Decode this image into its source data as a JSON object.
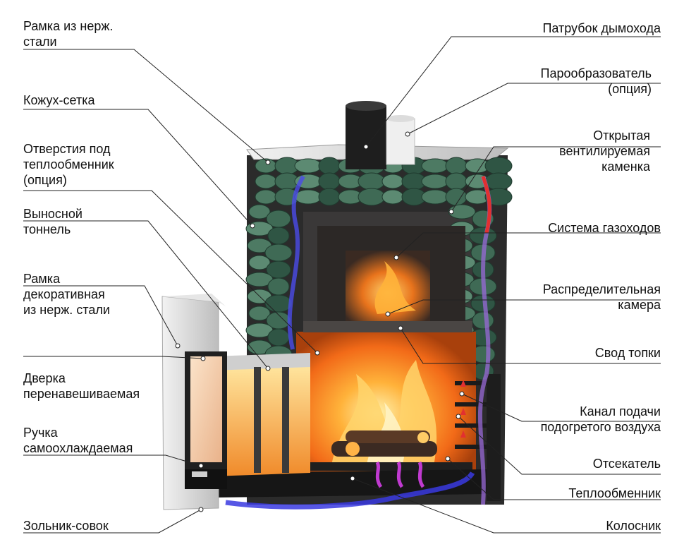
{
  "labels_left": [
    {
      "id": "frame-steel",
      "lines": [
        "Рамка из нерж.",
        "стали"
      ]
    },
    {
      "id": "mesh-casing",
      "lines": [
        "Кожух-сетка"
      ]
    },
    {
      "id": "heat-exchanger-holes",
      "lines": [
        "Отверстия под",
        " теплообменник",
        "(опция)"
      ]
    },
    {
      "id": "remote-tunnel",
      "lines": [
        "Выносной",
        "тоннель"
      ]
    },
    {
      "id": "decor-frame",
      "lines": [
        "Рамка",
        "декоративная",
        "из нерж. стали"
      ]
    },
    {
      "id": "door",
      "lines": [
        "Дверка",
        "перенавешиваемая"
      ]
    },
    {
      "id": "handle",
      "lines": [
        "Ручка",
        "самоохлаждаемая"
      ]
    },
    {
      "id": "ash-pan",
      "lines": [
        "Зольник-совок"
      ]
    }
  ],
  "labels_right": [
    {
      "id": "chimney-pipe",
      "lines": [
        "Патрубок дымохода"
      ]
    },
    {
      "id": "steam-generator",
      "lines": [
        "Парообразователь",
        "(опция)"
      ]
    },
    {
      "id": "open-heater",
      "lines": [
        "Открытая",
        "вентилируемая",
        "каменка"
      ]
    },
    {
      "id": "flue-system",
      "lines": [
        "Система газоходов"
      ]
    },
    {
      "id": "distribution-chamber",
      "lines": [
        "Распределительная",
        "камера"
      ]
    },
    {
      "id": "firebox-vault",
      "lines": [
        "Свод  топки"
      ]
    },
    {
      "id": "warm-air-channel",
      "lines": [
        "Канал подачи",
        "подогретого воздуха"
      ]
    },
    {
      "id": "cutoff",
      "lines": [
        "Отсекатель"
      ]
    },
    {
      "id": "heat-exchanger",
      "lines": [
        "Теплообменник"
      ]
    },
    {
      "id": "grate",
      "lines": [
        "Колосник"
      ]
    }
  ],
  "colors": {
    "stone": "#4d7a63",
    "steel": "#d9d9d9",
    "body": "#2b2b2b",
    "fire": "#ff7a1a",
    "hot_air": "#e23030",
    "cold_air": "#3a3ae0",
    "leader": "#222222"
  }
}
